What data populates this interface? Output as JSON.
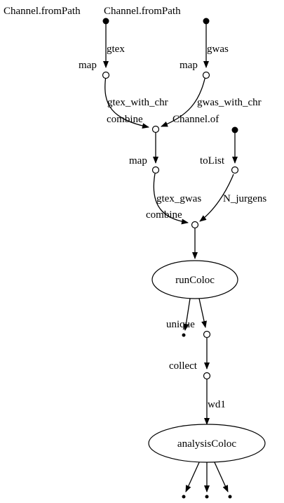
{
  "sources": {
    "left": "Channel.fromPath",
    "right": "Channel.fromPath",
    "channel_of": "Channel.of"
  },
  "operators": {
    "map_gtex": "map",
    "map_gwas": "map",
    "combine_1": "combine",
    "map_2": "map",
    "to_list": "toList",
    "combine_2": "combine",
    "unique": "unique",
    "collect": "collect"
  },
  "processes": {
    "run_coloc": "runColoc",
    "analysis_coloc": "analysisColoc"
  },
  "channels": {
    "gtex": "gtex",
    "gwas": "gwas",
    "gtex_with_chr": "gtex_with_chr",
    "gwas_with_chr": "gwas_with_chr",
    "gtex_gwas": "gtex_gwas",
    "n_jurgens": "N_jurgens",
    "wd1": "wd1"
  }
}
